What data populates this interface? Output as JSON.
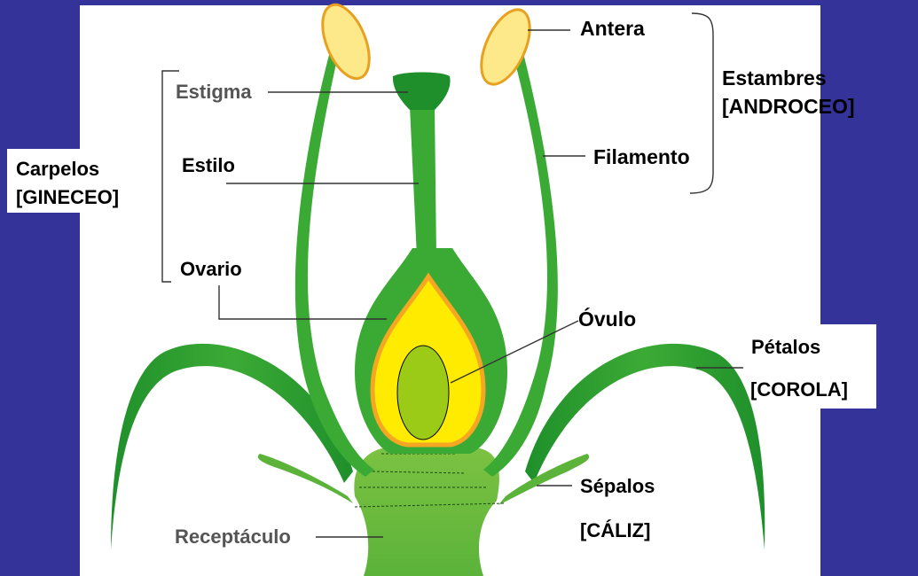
{
  "colors": {
    "background": "#33339A",
    "panel": "#FFFFFF",
    "green_dark": "#1F8F2B",
    "green_main": "#3BAA35",
    "green_light": "#7CC242",
    "ovary_fill": "#FFEB00",
    "ovary_rim": "#F5A623",
    "ovule_fill": "#9CCB17",
    "anther_fill": "#FDE98A",
    "anther_rim": "#E8A020",
    "label_text": "#000000",
    "label_text_muted": "#555555"
  },
  "labels": {
    "antera": "Antera",
    "estambres_line1": "Estambres",
    "estambres_line2": "[ANDROCEO]",
    "filamento": "Filamento",
    "estigma": "Estigma",
    "estilo": "Estilo",
    "carpelos_line1": "Carpelos",
    "carpelos_line2": "[GINECEO]",
    "ovario": "Ovario",
    "ovulo": "Óvulo",
    "petalos_line1": "Pétalos",
    "petalos_line2": "[COROLA]",
    "sepalos": "Sépalos",
    "caliz": "[CÁLIZ]",
    "receptaculo": "Receptáculo"
  }
}
